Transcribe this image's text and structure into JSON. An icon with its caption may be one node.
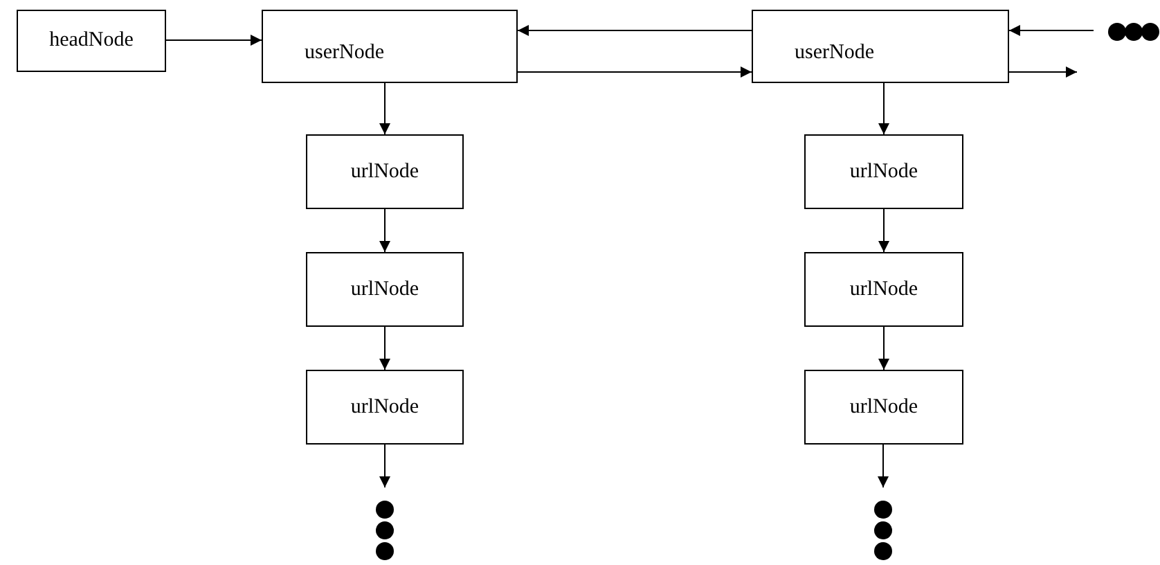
{
  "diagram": {
    "nodes": [
      {
        "text": [
          "headNode"
        ]
      },
      {
        "text": [
          "userNode"
        ]
      },
      {
        "text": [
          "userNode"
        ]
      },
      {
        "text": [
          "urlNode"
        ]
      },
      {
        "text": [
          "urlNode"
        ]
      },
      {
        "text": [
          "urlNode"
        ]
      },
      {
        "text": [
          "urlNode"
        ]
      },
      {
        "text": [
          "urlNode"
        ]
      },
      {
        "text": [
          "urlNode"
        ]
      },
      {
        "text": [],
        "shape": "dots"
      },
      {
        "text": [],
        "shape": "dots"
      },
      {
        "text": [],
        "shape": "dots"
      }
    ],
    "edges": [
      {
        "from": 0,
        "to": 1,
        "arrow": "to"
      },
      {
        "from": 2,
        "to": 1,
        "arrow": "to"
      },
      {
        "from": 1,
        "to": 2,
        "arrow": "to"
      },
      {
        "from": 11,
        "to": 2,
        "arrow": "to"
      },
      {
        "from": 2,
        "to": 11,
        "arrow": "to"
      },
      {
        "from": 1,
        "to": 3,
        "arrow": "to"
      },
      {
        "from": 3,
        "to": 4,
        "arrow": "to"
      },
      {
        "from": 4,
        "to": 5,
        "arrow": "to"
      },
      {
        "from": 5,
        "to": 9,
        "arrow": "to"
      },
      {
        "from": 2,
        "to": 6,
        "arrow": "to"
      },
      {
        "from": 6,
        "to": 7,
        "arrow": "to"
      },
      {
        "from": 7,
        "to": 8,
        "arrow": "to"
      },
      {
        "from": 8,
        "to": 10,
        "arrow": "to"
      }
    ]
  }
}
